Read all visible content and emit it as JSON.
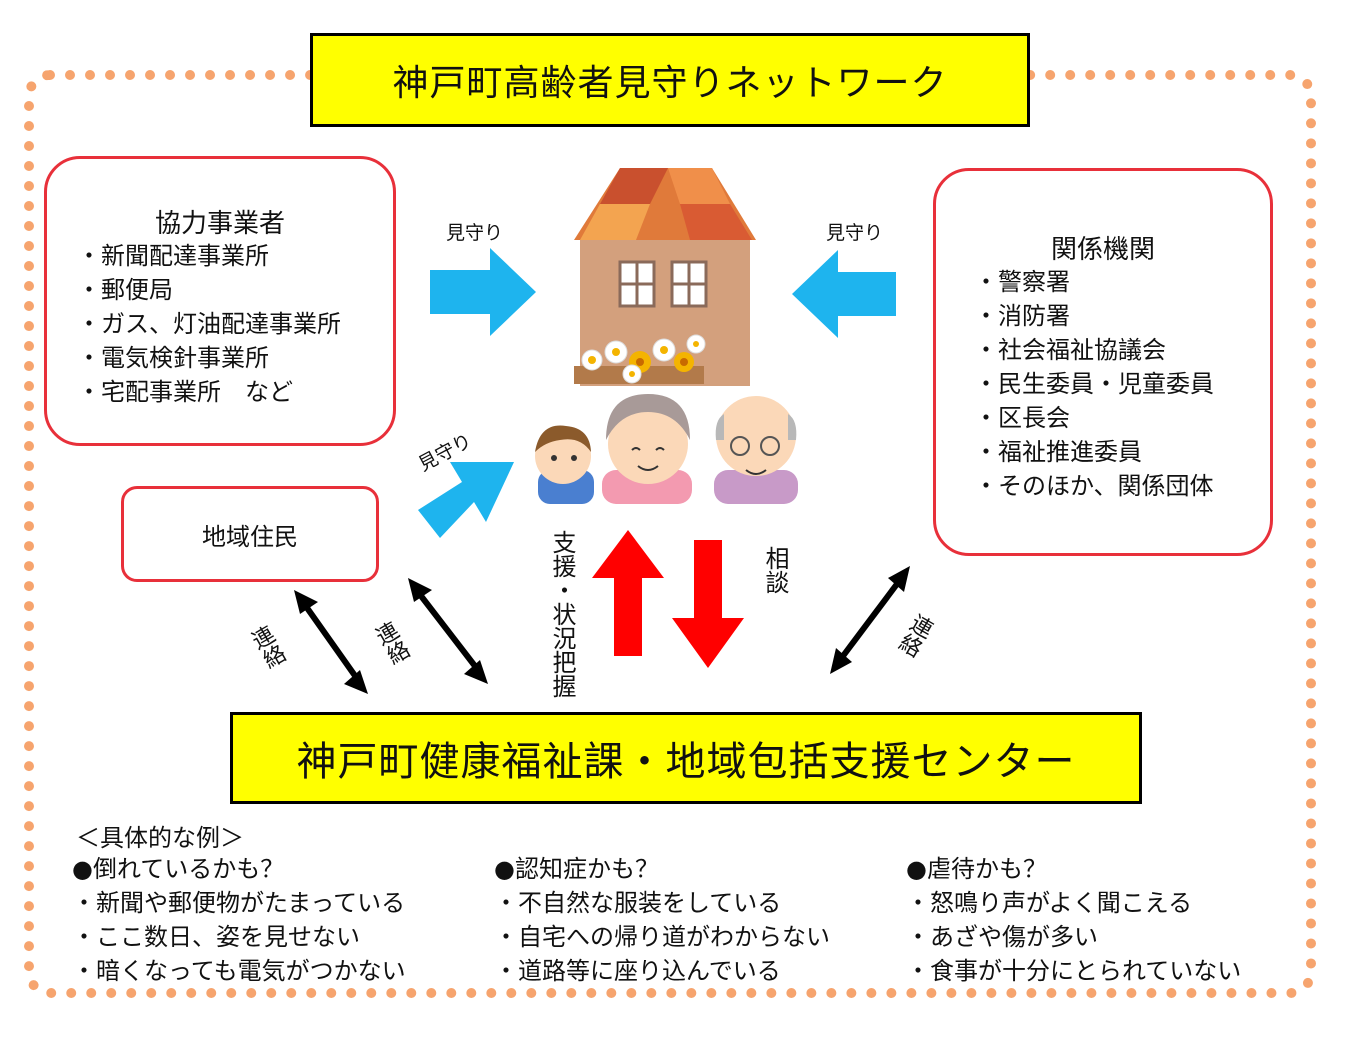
{
  "title": "神戸町高齢者見守りネットワーク",
  "center": "神戸町健康福祉課・地域包括支援センター",
  "partners": {
    "heading": "協力事業者",
    "items": [
      "・新聞配達事業所",
      "・郵便局",
      "・ガス、灯油配達事業所",
      "・電気検針事業所",
      "・宅配事業所　など"
    ]
  },
  "agencies": {
    "heading": "関係機関",
    "items": [
      "・警察署",
      "・消防署",
      "・社会福祉協議会",
      "・民生委員・児童委員",
      "・区長会",
      "・福祉推進委員",
      "・そのほか、関係団体"
    ]
  },
  "residents": "地域住民",
  "labels": {
    "watch_left": "見守り",
    "watch_right": "見守り",
    "watch_residents": "見守り",
    "support": "支援・状況把握",
    "consult": "相談",
    "contact_1": "連絡",
    "contact_2": "連絡",
    "contact_3": "連絡"
  },
  "examples": {
    "heading": "＜具体的な例＞",
    "columns": [
      {
        "heading": "●倒れているかも？",
        "items": [
          "・新聞や郵便物がたまっている",
          "・ここ数日、姿を見せない",
          "・暗くなっても電気がつかない"
        ]
      },
      {
        "heading": "●認知症かも？",
        "items": [
          "・不自然な服装をしている",
          "・自宅への帰り道がわからない",
          "・道路等に座り込んでいる"
        ]
      },
      {
        "heading": "●虐待かも？",
        "items": [
          "・怒鳴り声がよく聞こえる",
          "・あざや傷が多い",
          "・食事が十分にとられていない"
        ]
      }
    ]
  },
  "colors": {
    "title_bg": "#ffff00",
    "frame": "#f6a46e",
    "box_border": "#e8303a",
    "watch_arrow": "#1eb4ee",
    "support_arrow": "#ff0000",
    "contact_arrow": "#000000"
  }
}
